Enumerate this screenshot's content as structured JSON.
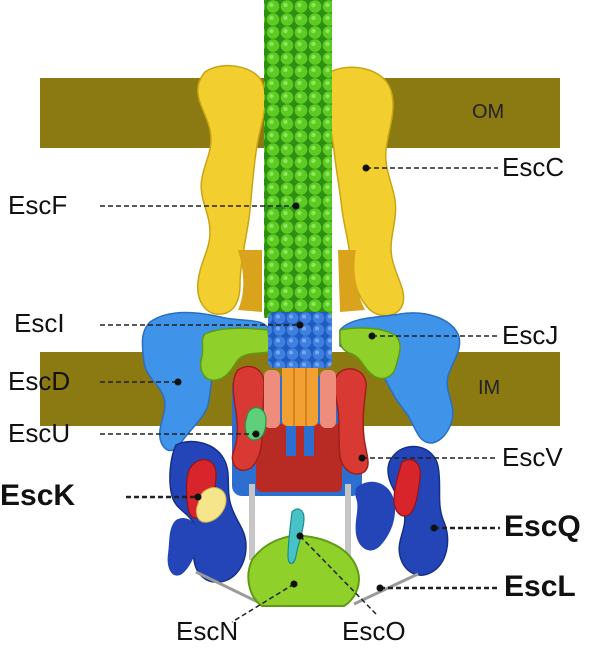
{
  "diagram": {
    "membranes": {
      "outer": "OM",
      "inner": "IM"
    },
    "labels": {
      "escF": "EscF",
      "escC": "EscC",
      "escI": "EscI",
      "escJ": "EscJ",
      "escD": "EscD",
      "escU": "EscU",
      "escV": "EscV",
      "escK": "EscK",
      "escQ": "EscQ",
      "escL": "EscL",
      "escN": "EscN",
      "escO": "EscO"
    },
    "colors": {
      "membrane": "#8b7a12",
      "needle": "#4bbf1e",
      "escC": "#f2cf2e",
      "escD": "#3f93e8",
      "escJ": "#8fd12a",
      "escV": "#d83a33",
      "escQ": "#2445b8",
      "escN": "#8fd12a"
    }
  }
}
